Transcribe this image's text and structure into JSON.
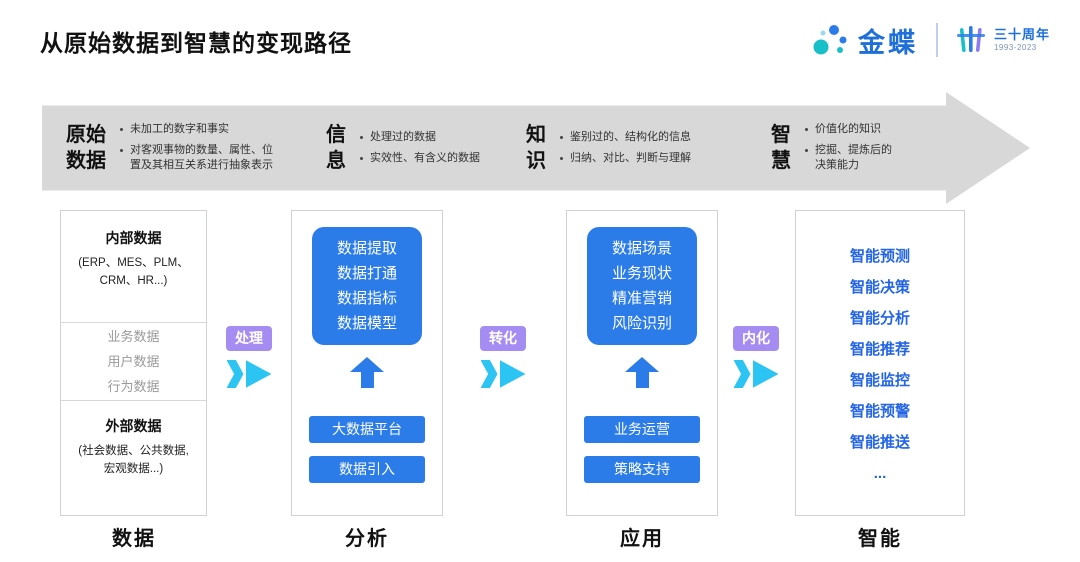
{
  "title": "从原始数据到智慧的变现路径",
  "logo": {
    "brand": "金蝶",
    "anniversary": "三十周年",
    "years": "1993-2023"
  },
  "banner": {
    "stages": [
      {
        "heading": "原始\n数据",
        "bullets": [
          "未加工的数字和事实",
          "对客观事物的数量、属性、位置及其相互关系进行抽象表示"
        ]
      },
      {
        "heading": "信\n息",
        "bullets": [
          "处理过的数据",
          "实效性、有含义的数据"
        ]
      },
      {
        "heading": "知\n识",
        "bullets": [
          "鉴别过的、结构化的信息",
          "归纳、对比、判断与理解"
        ]
      },
      {
        "heading": "智\n慧",
        "bullets": [
          "价值化的知识",
          "挖掘、提炼后的决策能力"
        ]
      }
    ]
  },
  "flow": {
    "arrows": [
      {
        "label": "处理"
      },
      {
        "label": "转化"
      },
      {
        "label": "内化"
      }
    ],
    "data_column": {
      "internal_title": "内部数据",
      "internal_sub": "(ERP、MES、PLM、\nCRM、HR...)",
      "middle_items": [
        "业务数据",
        "用户数据",
        "行为数据"
      ],
      "external_title": "外部数据",
      "external_sub": "(社会数据、公共数据,\n宏观数据...)"
    },
    "analysis_column": {
      "main_lines": [
        "数据提取",
        "数据打通",
        "数据指标",
        "数据模型"
      ],
      "boxes": [
        "大数据平台",
        "数据引入"
      ]
    },
    "application_column": {
      "main_lines": [
        "数据场景",
        "业务现状",
        "精准营销",
        "风险识别"
      ],
      "boxes": [
        "业务运营",
        "策略支持"
      ]
    },
    "intelligence_column": {
      "items": [
        "智能预测",
        "智能决策",
        "智能分析",
        "智能推荐",
        "智能监控",
        "智能预警",
        "智能推送",
        "..."
      ]
    }
  },
  "footer_labels": [
    "数据",
    "分析",
    "应用",
    "智能"
  ],
  "colors": {
    "primary_blue": "#2b7ce9",
    "intelligence_text_blue": "#2465e6",
    "badge_purple": "#a58cf2",
    "arrow_cyan": "#2bc4f3",
    "banner_gray": "#d8d8d8",
    "brand_blue": "#1e6fd9",
    "brand_teal": "#17c0c9"
  }
}
